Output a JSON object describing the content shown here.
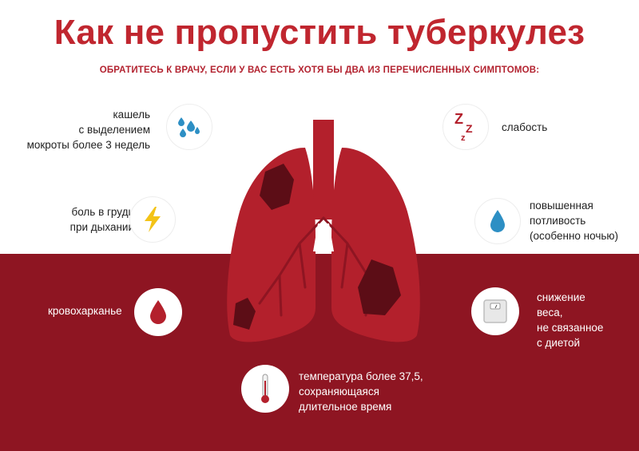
{
  "title": "Как не пропустить туберкулез",
  "subtitle": "ОБРАТИТЕСЬ К ВРАЧУ, ЕСЛИ У ВАС ЕСТЬ ХОТЯ БЫ ДВА ИЗ ПЕРЕЧИСЛЕННЫХ СИМПТОМОВ:",
  "symptoms": {
    "cough": {
      "lines": [
        "кашель",
        "с выделением",
        "мокроты более 3 недель"
      ],
      "icon": "water-drops-icon"
    },
    "chest_pain": {
      "lines": [
        "боль в груди",
        "при дыхании"
      ],
      "icon": "lightning-icon"
    },
    "hemoptysis": {
      "lines": [
        "кровохарканье"
      ],
      "icon": "blood-drop-icon"
    },
    "weakness": {
      "lines": [
        "слабость"
      ],
      "icon": "sleep-zzz-icon"
    },
    "sweating": {
      "lines": [
        "повышенная",
        "потливость",
        "(особенно ночью)"
      ],
      "icon": "sweat-drop-icon"
    },
    "weight_loss": {
      "lines": [
        "снижение",
        "веса,",
        "не связанное",
        "с диетой"
      ],
      "icon": "scale-icon"
    },
    "temperature": {
      "lines": [
        "температура более 37,5,",
        "сохраняющаяся",
        "длительное время"
      ],
      "icon": "thermometer-icon"
    }
  },
  "colors": {
    "accent": "#c0262f",
    "band": "#8e1522",
    "lung": "#b3202c",
    "lesion": "#5c0d16"
  }
}
